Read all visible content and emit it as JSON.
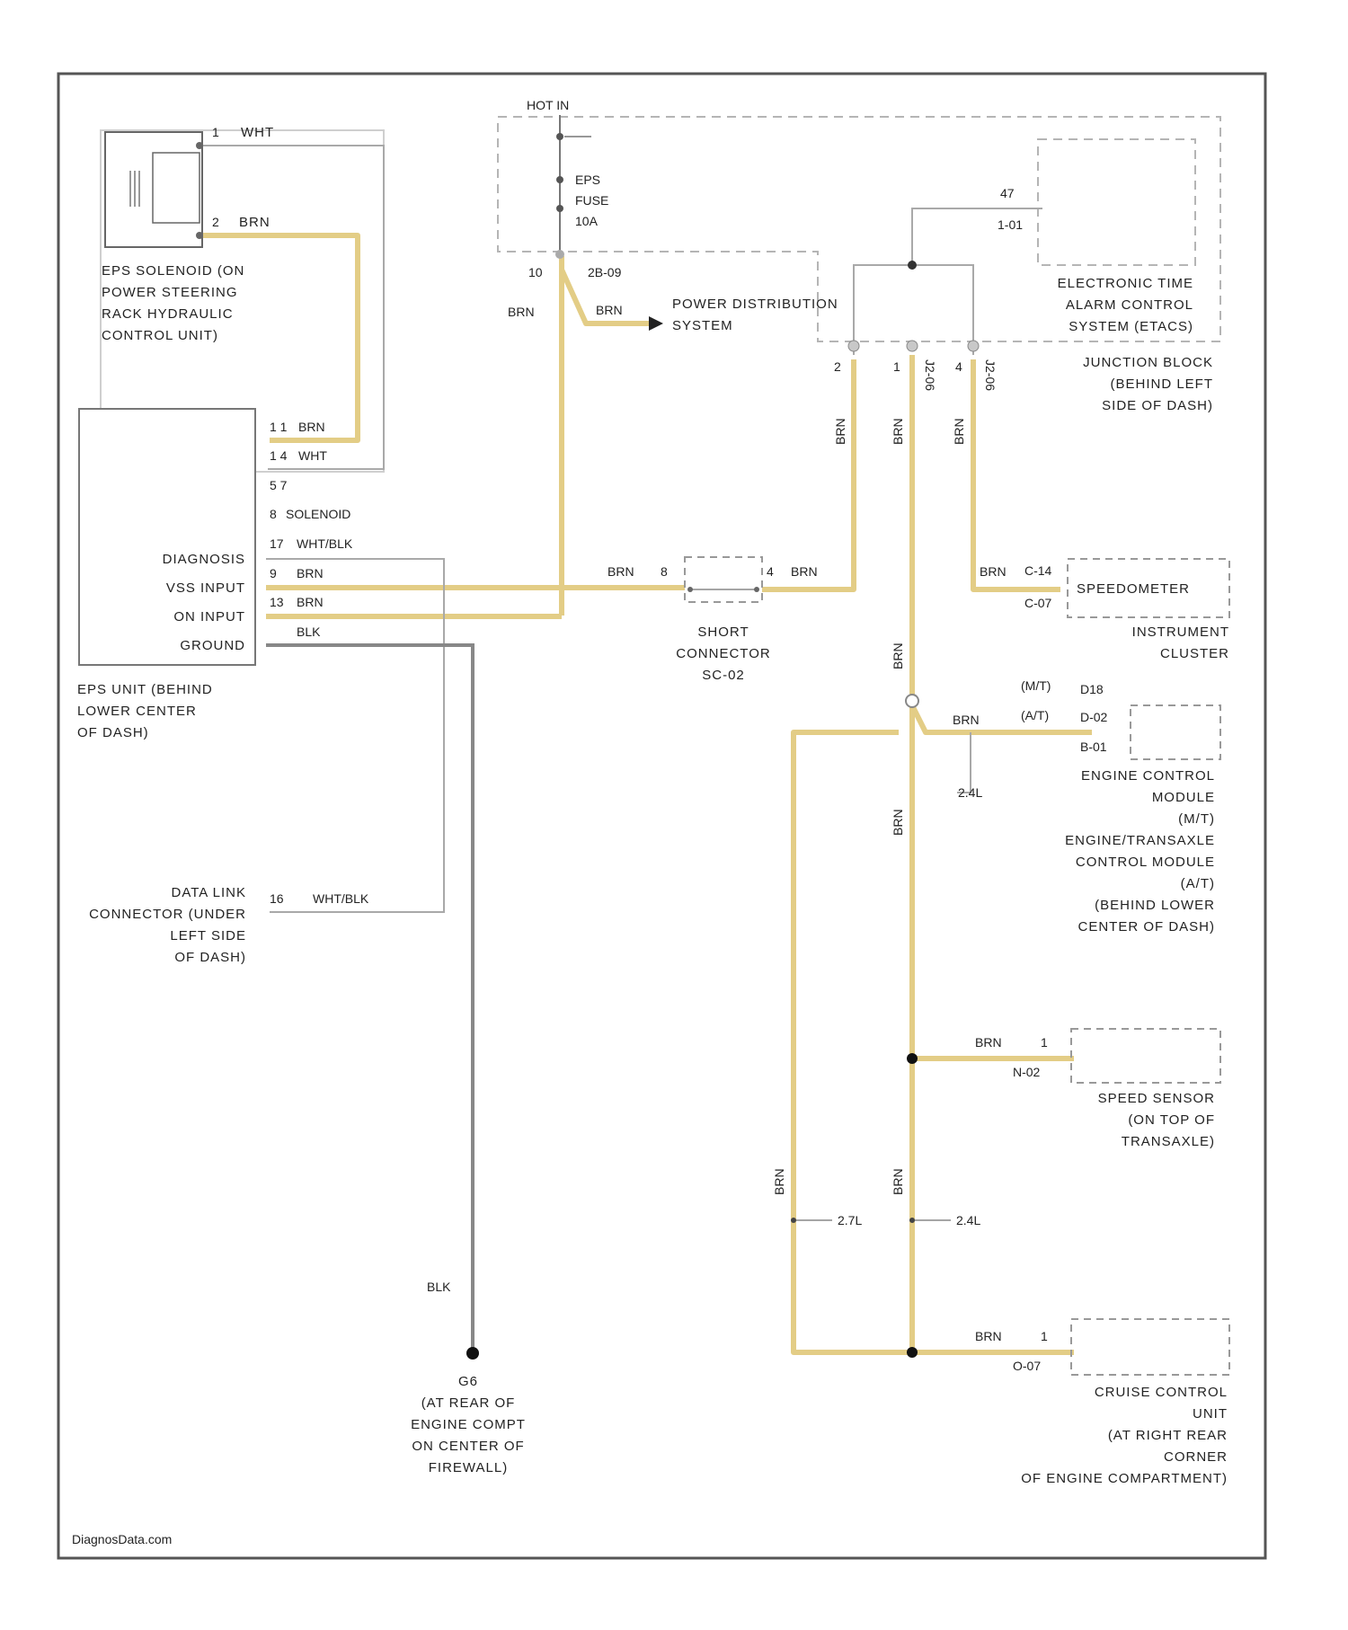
{
  "colors": {
    "brn_wire": "#e3cd86",
    "gray_wire": "#a9a9a9",
    "blk_wire": "#888888",
    "outline": "#555555",
    "dashed_box": "#b5b5b5"
  },
  "hot_label": "HOT IN",
  "fuse": {
    "name": "EPS",
    "type": "FUSE",
    "rating": "10A",
    "pin_left": "10",
    "pin_right": "2B-09"
  },
  "eps_solenoid": {
    "label": [
      "EPS SOLENOID (ON",
      "POWER STEERING",
      "RACK HYDRAULIC",
      "CONTROL UNIT)"
    ],
    "pin1": "1",
    "pin1_wire": "WHT",
    "pin2": "2",
    "pin2_wire": "BRN"
  },
  "power_distribution": {
    "label": [
      "POWER DISTRIBUTION",
      "SYSTEM"
    ],
    "wire": "BRN"
  },
  "etacs": {
    "label": [
      "ELECTRONIC TIME",
      "ALARM CONTROL",
      "SYSTEM (ETACS)"
    ],
    "pin": "47",
    "conn": "1-01"
  },
  "junction_block": {
    "label": [
      "JUNCTION BLOCK",
      "(BEHIND LEFT",
      "SIDE OF DASH)"
    ],
    "pins": [
      "2",
      "1",
      "4"
    ],
    "pin_conns": [
      "J2-06",
      "J2-06"
    ],
    "wires": [
      "BRN",
      "BRN",
      "BRN"
    ]
  },
  "eps_unit": {
    "pin_rows": [
      {
        "pin": "1 1",
        "wire": "BRN"
      },
      {
        "pin": "1 4",
        "wire": "WHT"
      },
      {
        "pin": "5 7",
        "wire": ""
      },
      {
        "pin": "8",
        "wire": "SOLENOID"
      },
      {
        "pin": "17",
        "wire": "WHT/BLK"
      },
      {
        "pin": "9",
        "wire": "BRN"
      },
      {
        "pin": "13",
        "wire": "BRN"
      },
      {
        "pin": "",
        "wire": "BLK"
      }
    ],
    "inputs": [
      "DIAGNOSIS",
      "VSS INPUT",
      "ON INPUT",
      "GROUND"
    ],
    "label": [
      "EPS UNIT (BEHIND",
      "LOWER CENTER",
      "OF DASH)"
    ]
  },
  "short_connector": {
    "label": [
      "SHORT",
      "CONNECTOR",
      "SC-02"
    ],
    "pin_left": "8",
    "pin_right": "4",
    "wire_left": "BRN",
    "wire_right": "BRN"
  },
  "speedometer": {
    "box_label": "SPEEDOMETER",
    "label": [
      "INSTRUMENT",
      "CLUSTER"
    ],
    "pin": "C-14",
    "conn": "C-07",
    "wire": "BRN"
  },
  "ecm": {
    "tags": [
      {
        "tag": "(M/T)",
        "pin": "D18"
      },
      {
        "tag": "(A/T)",
        "pin": "D-02"
      }
    ],
    "conn": "B-01",
    "wire": "BRN",
    "branch": "2.4L",
    "label": [
      "ENGINE CONTROL",
      "MODULE",
      "(M/T)",
      "ENGINE/TRANSAXLE",
      "CONTROL MODULE",
      "(A/T)",
      "(BEHIND LOWER",
      "CENTER OF DASH)"
    ]
  },
  "data_link": {
    "label": [
      "DATA LINK",
      "CONNECTOR (UNDER",
      "LEFT SIDE",
      "OF DASH)"
    ],
    "pin": "16",
    "wire": "WHT/BLK"
  },
  "speed_sensor": {
    "label": [
      "SPEED SENSOR",
      "(ON TOP OF",
      "TRANSAXLE)"
    ],
    "pin": "1",
    "conn": "N-02",
    "wire": "BRN"
  },
  "cruise_control": {
    "label": [
      "CRUISE CONTROL",
      "UNIT",
      "(AT RIGHT REAR",
      "CORNER",
      "OF ENGINE COMPARTMENT)"
    ],
    "pin": "1",
    "conn": "O-07",
    "wire": "BRN"
  },
  "splices": {
    "left": "2.7L",
    "right": "2.4L"
  },
  "ground": {
    "id": "G6",
    "label": [
      "(AT REAR OF",
      "ENGINE COMPT",
      "ON CENTER OF",
      "FIREWALL)"
    ],
    "wire": "BLK"
  },
  "wire_brn": "BRN",
  "footer": "DiagnosData.com"
}
